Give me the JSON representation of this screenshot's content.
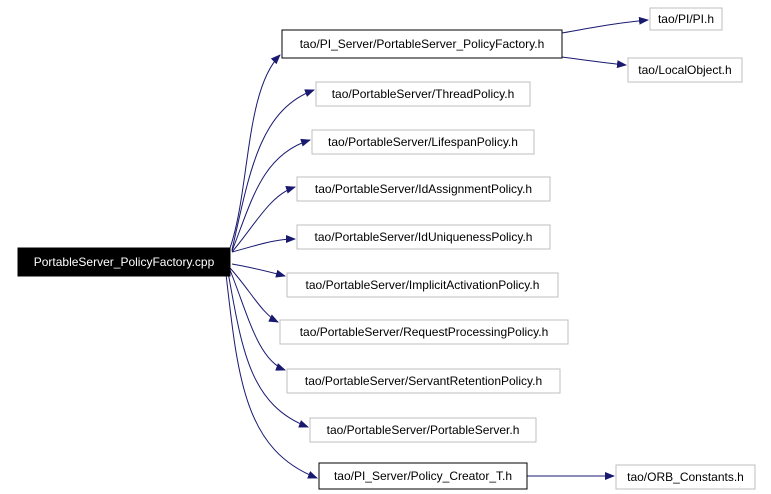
{
  "graph": {
    "root": "PortableServer_PolicyFactory.cpp",
    "nodes": [
      {
        "id": "root",
        "label": "PortableServer_PolicyFactory.cpp",
        "style": "root"
      },
      {
        "id": "pf",
        "label": "tao/PI_Server/PortableServer_PolicyFactory.h",
        "style": "documented"
      },
      {
        "id": "pi",
        "label": "tao/PI/PI.h",
        "style": "undocumented"
      },
      {
        "id": "lo",
        "label": "tao/LocalObject.h",
        "style": "undocumented"
      },
      {
        "id": "tp",
        "label": "tao/PortableServer/ThreadPolicy.h",
        "style": "undocumented"
      },
      {
        "id": "lp",
        "label": "tao/PortableServer/LifespanPolicy.h",
        "style": "undocumented"
      },
      {
        "id": "iap",
        "label": "tao/PortableServer/IdAssignmentPolicy.h",
        "style": "undocumented"
      },
      {
        "id": "iup",
        "label": "tao/PortableServer/IdUniquenessPolicy.h",
        "style": "undocumented"
      },
      {
        "id": "imp",
        "label": "tao/PortableServer/ImplicitActivationPolicy.h",
        "style": "undocumented"
      },
      {
        "id": "rpp",
        "label": "tao/PortableServer/RequestProcessingPolicy.h",
        "style": "undocumented"
      },
      {
        "id": "srp",
        "label": "tao/PortableServer/ServantRetentionPolicy.h",
        "style": "undocumented"
      },
      {
        "id": "ps",
        "label": "tao/PortableServer/PortableServer.h",
        "style": "undocumented"
      },
      {
        "id": "pct",
        "label": "tao/PI_Server/Policy_Creator_T.h",
        "style": "documented"
      },
      {
        "id": "orb",
        "label": "tao/ORB_Constants.h",
        "style": "undocumented"
      }
    ],
    "edges": [
      {
        "from": "root",
        "to": "pf"
      },
      {
        "from": "root",
        "to": "tp"
      },
      {
        "from": "root",
        "to": "lp"
      },
      {
        "from": "root",
        "to": "iap"
      },
      {
        "from": "root",
        "to": "iup"
      },
      {
        "from": "root",
        "to": "imp"
      },
      {
        "from": "root",
        "to": "rpp"
      },
      {
        "from": "root",
        "to": "srp"
      },
      {
        "from": "root",
        "to": "ps"
      },
      {
        "from": "root",
        "to": "pct"
      },
      {
        "from": "pf",
        "to": "pi"
      },
      {
        "from": "pf",
        "to": "lo"
      },
      {
        "from": "pct",
        "to": "orb"
      }
    ],
    "colors": {
      "edge": "#191970",
      "root_fill": "#000000",
      "root_text": "#ffffff",
      "documented_border": "#000000",
      "undocumented_border": "#bfbfbf",
      "node_fill": "#ffffff",
      "node_text": "#000000"
    }
  }
}
